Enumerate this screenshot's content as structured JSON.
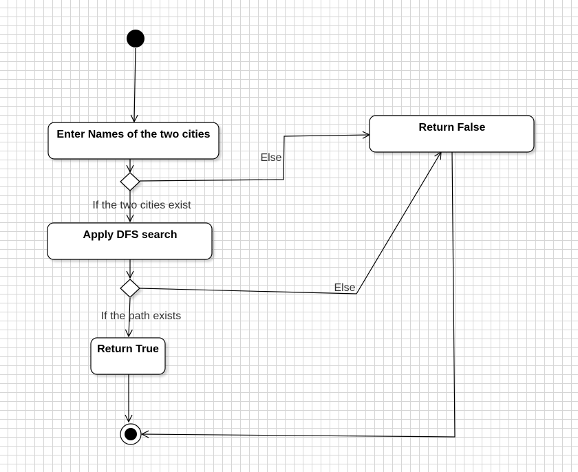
{
  "diagram": {
    "nodes": {
      "enter_names": "Enter Names of the two cities",
      "apply_dfs": "Apply DFS search",
      "return_true": "Return True",
      "return_false": "Return False"
    },
    "edge_labels": {
      "else_1": "Else",
      "cities_exist": "If the two cities exist",
      "else_2": "Else",
      "path_exists": "If the path exists"
    }
  }
}
